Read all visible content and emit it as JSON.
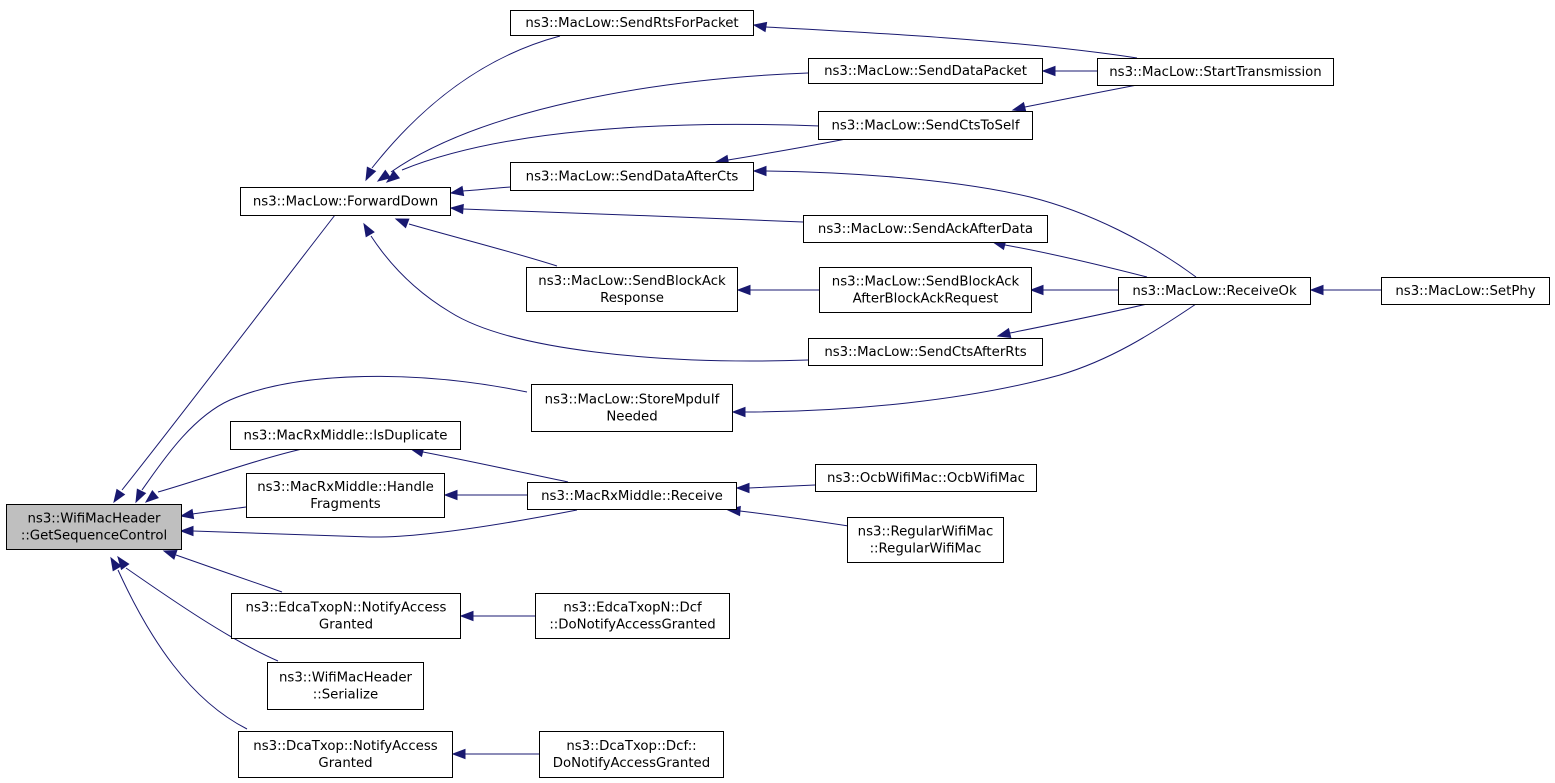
{
  "graph": {
    "colors": {
      "edge": "#191970",
      "root_fill": "#bfbfbf",
      "node_fill": "#ffffff",
      "node_border": "#000000"
    },
    "nodes": [
      {
        "id": "root",
        "lines": [
          "ns3::WifiMacHeader",
          "::GetSequenceControl"
        ],
        "root": true
      },
      {
        "id": "fwd",
        "lines": [
          "ns3::MacLow::ForwardDown"
        ]
      },
      {
        "id": "rts",
        "lines": [
          "ns3::MacLow::SendRtsForPacket"
        ]
      },
      {
        "id": "data",
        "lines": [
          "ns3::MacLow::SendDataPacket"
        ]
      },
      {
        "id": "ctsself",
        "lines": [
          "ns3::MacLow::SendCtsToSelf"
        ]
      },
      {
        "id": "dac",
        "lines": [
          "ns3::MacLow::SendDataAfterCts"
        ]
      },
      {
        "id": "ackad",
        "lines": [
          "ns3::MacLow::SendAckAfterData"
        ]
      },
      {
        "id": "bar",
        "lines": [
          "ns3::MacLow::SendBlockAck",
          "Response"
        ]
      },
      {
        "id": "babar",
        "lines": [
          "ns3::MacLow::SendBlockAck",
          "AfterBlockAckRequest"
        ]
      },
      {
        "id": "ctsar",
        "lines": [
          "ns3::MacLow::SendCtsAfterRts"
        ]
      },
      {
        "id": "start",
        "lines": [
          "ns3::MacLow::StartTransmission"
        ]
      },
      {
        "id": "recvok",
        "lines": [
          "ns3::MacLow::ReceiveOk"
        ]
      },
      {
        "id": "setphy",
        "lines": [
          "ns3::MacLow::SetPhy"
        ]
      },
      {
        "id": "store",
        "lines": [
          "ns3::MacLow::StoreMpduIf",
          "Needed"
        ]
      },
      {
        "id": "isdup",
        "lines": [
          "ns3::MacRxMiddle::IsDuplicate"
        ]
      },
      {
        "id": "handle",
        "lines": [
          "ns3::MacRxMiddle::Handle",
          "Fragments"
        ]
      },
      {
        "id": "receive",
        "lines": [
          "ns3::MacRxMiddle::Receive"
        ]
      },
      {
        "id": "ocb",
        "lines": [
          "ns3::OcbWifiMac::OcbWifiMac"
        ]
      },
      {
        "id": "regular",
        "lines": [
          "ns3::RegularWifiMac",
          "::RegularWifiMac"
        ]
      },
      {
        "id": "edca",
        "lines": [
          "ns3::EdcaTxopN::NotifyAccess",
          "Granted"
        ]
      },
      {
        "id": "edcadcf",
        "lines": [
          "ns3::EdcaTxopN::Dcf",
          "::DoNotifyAccessGranted"
        ]
      },
      {
        "id": "serialize",
        "lines": [
          "ns3::WifiMacHeader",
          "::Serialize"
        ]
      },
      {
        "id": "dca",
        "lines": [
          "ns3::DcaTxop::NotifyAccess",
          "Granted"
        ]
      },
      {
        "id": "dcadcf",
        "lines": [
          "ns3::DcaTxop::Dcf::",
          "DoNotifyAccessGranted"
        ]
      }
    ],
    "edges": [
      {
        "from": "fwd",
        "to": "root"
      },
      {
        "from": "store",
        "to": "root"
      },
      {
        "from": "isdup",
        "to": "root"
      },
      {
        "from": "handle",
        "to": "root"
      },
      {
        "from": "receive",
        "to": "root"
      },
      {
        "from": "edca",
        "to": "root"
      },
      {
        "from": "serialize",
        "to": "root"
      },
      {
        "from": "dca",
        "to": "root"
      },
      {
        "from": "rts",
        "to": "fwd"
      },
      {
        "from": "data",
        "to": "fwd"
      },
      {
        "from": "ctsself",
        "to": "fwd"
      },
      {
        "from": "dac",
        "to": "fwd"
      },
      {
        "from": "ackad",
        "to": "fwd"
      },
      {
        "from": "bar",
        "to": "fwd"
      },
      {
        "from": "ctsar",
        "to": "fwd"
      },
      {
        "from": "start",
        "to": "rts"
      },
      {
        "from": "start",
        "to": "data"
      },
      {
        "from": "start",
        "to": "ctsself"
      },
      {
        "from": "ctsself",
        "to": "dac"
      },
      {
        "from": "recvok",
        "to": "dac"
      },
      {
        "from": "recvok",
        "to": "ackad"
      },
      {
        "from": "recvok",
        "to": "babar"
      },
      {
        "from": "recvok",
        "to": "ctsar"
      },
      {
        "from": "recvok",
        "to": "store"
      },
      {
        "from": "babar",
        "to": "bar"
      },
      {
        "from": "setphy",
        "to": "recvok"
      },
      {
        "from": "receive",
        "to": "isdup"
      },
      {
        "from": "receive",
        "to": "handle"
      },
      {
        "from": "ocb",
        "to": "receive"
      },
      {
        "from": "regular",
        "to": "receive"
      },
      {
        "from": "edcadcf",
        "to": "edca"
      },
      {
        "from": "dcadcf",
        "to": "dca"
      }
    ]
  }
}
